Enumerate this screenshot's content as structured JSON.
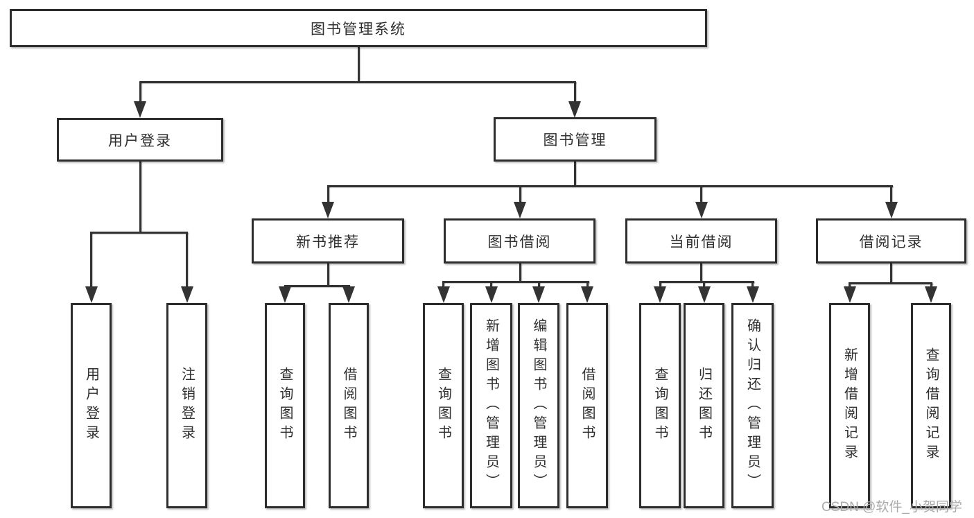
{
  "tree": {
    "label": "图书管理系统",
    "children": [
      {
        "label": "用户登录",
        "children": [
          {
            "label": "用户登录"
          },
          {
            "label": "注销登录"
          }
        ]
      },
      {
        "label": "图书管理",
        "children": [
          {
            "label": "新书推荐",
            "children": [
              {
                "label": "查询图书"
              },
              {
                "label": "借阅图书"
              }
            ]
          },
          {
            "label": "图书借阅",
            "children": [
              {
                "label": "查询图书"
              },
              {
                "label": "新增图书（管理员）"
              },
              {
                "label": "编辑图书（管理员）"
              },
              {
                "label": "借阅图书"
              }
            ]
          },
          {
            "label": "当前借阅",
            "children": [
              {
                "label": "查询图书"
              },
              {
                "label": "归还图书"
              },
              {
                "label": "确认归还（管理员）"
              }
            ]
          },
          {
            "label": "借阅记录",
            "children": [
              {
                "label": "新增借阅记录"
              },
              {
                "label": "查询借阅记录"
              }
            ]
          }
        ]
      }
    ]
  },
  "watermark": "CSDN @软件_小贺同学",
  "colors": {
    "line": "#333333",
    "box_border": "#2d2d2d",
    "text": "#2f2f2f",
    "watermark": "#ababab",
    "background": "#ffffff"
  }
}
